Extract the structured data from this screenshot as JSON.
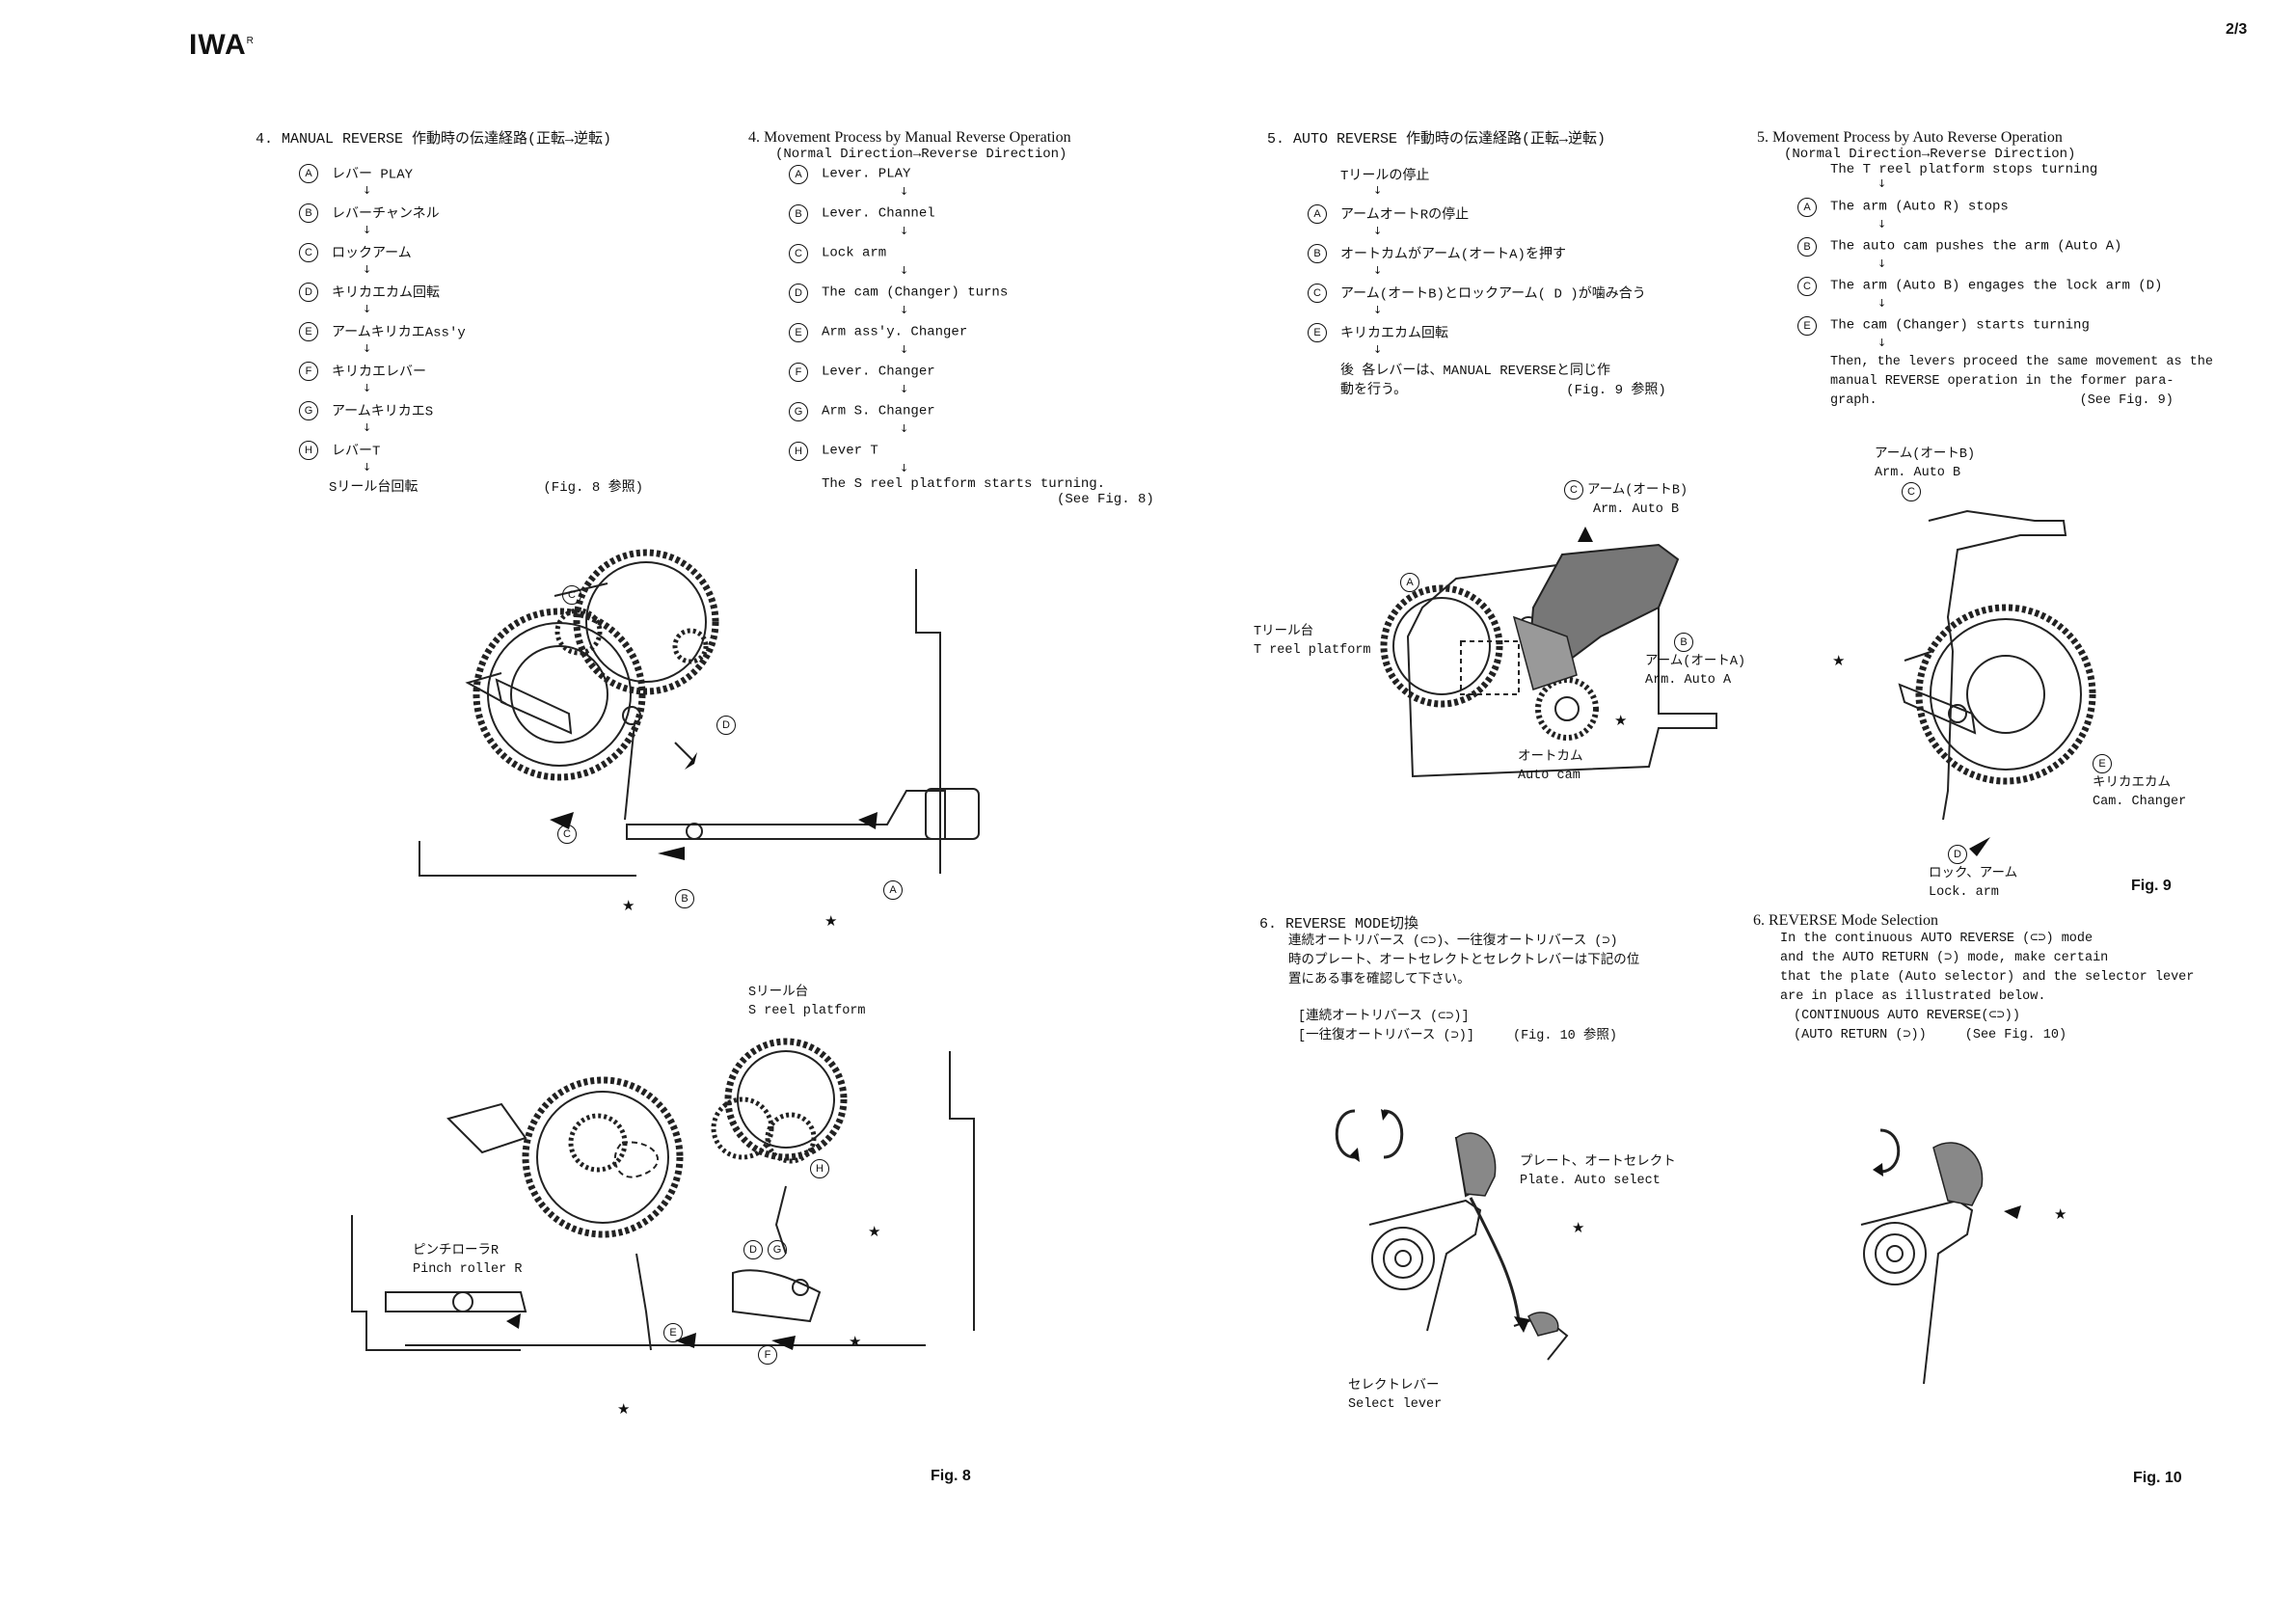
{
  "header": {
    "logo": "IWA",
    "logo_mark": "R",
    "page": "2/3"
  },
  "sec4_jp": {
    "title": "4. MANUAL REVERSE 作動時の伝達経路(正転→逆転)",
    "steps": [
      {
        "mark": "A",
        "text": "レバー PLAY"
      },
      {
        "mark": "B",
        "text": "レバーチャンネル"
      },
      {
        "mark": "C",
        "text": "ロックアーム"
      },
      {
        "mark": "D",
        "text": "キリカエカム回転"
      },
      {
        "mark": "E",
        "text": "アームキリカエAss'y"
      },
      {
        "mark": "F",
        "text": "キリカエレバー"
      },
      {
        "mark": "G",
        "text": "アームキリカエS"
      },
      {
        "mark": "H",
        "text": "レバーT"
      }
    ],
    "final": "Sリール台回転",
    "figref": "(Fig. 8 参照)"
  },
  "sec4_en": {
    "title": "4. Movement Process by Manual Reverse Operation",
    "subtitle": "(Normal Direction→Reverse Direction)",
    "steps": [
      {
        "mark": "A",
        "text": "Lever. PLAY"
      },
      {
        "mark": "B",
        "text": "Lever. Channel"
      },
      {
        "mark": "C",
        "text": "Lock arm"
      },
      {
        "mark": "D",
        "text": "The cam (Changer) turns"
      },
      {
        "mark": "E",
        "text": "Arm ass'y. Changer"
      },
      {
        "mark": "F",
        "text": "Lever. Changer"
      },
      {
        "mark": "G",
        "text": "Arm S. Changer"
      },
      {
        "mark": "H",
        "text": "Lever T"
      }
    ],
    "final": "The S reel platform starts turning.",
    "figref": "(See Fig. 8)"
  },
  "sec5_jp": {
    "title": "5. AUTO REVERSE 作動時の伝達経路(正転→逆転)",
    "first": "Tリールの停止",
    "steps": [
      {
        "mark": "A",
        "text": "アームオートRの停止"
      },
      {
        "mark": "B",
        "text": "オートカムがアーム(オートA)を押す"
      },
      {
        "mark": "C",
        "text": "アーム(オートB)とロックアーム( D )が噛み合う"
      },
      {
        "mark": "E",
        "text": "キリカエカム回転"
      }
    ],
    "tail_1": "後 各レバーは、MANUAL REVERSEと同じ作",
    "tail_2": "動を行う。",
    "figref": "(Fig. 9 参照)"
  },
  "sec5_en": {
    "title": "5. Movement Process by Auto Reverse Operation",
    "subtitle": "(Normal Direction→Reverse Direction)",
    "first": "The T reel platform stops turning",
    "steps": [
      {
        "mark": "A",
        "text": "The arm (Auto R) stops"
      },
      {
        "mark": "B",
        "text": "The auto cam pushes the arm (Auto A)"
      },
      {
        "mark": "C",
        "text": "The arm (Auto B) engages the lock arm (D)"
      },
      {
        "mark": "E",
        "text": "The cam (Changer) starts turning"
      }
    ],
    "tail_1": "Then, the levers proceed the same movement as the",
    "tail_2": "manual REVERSE operation in the former para-",
    "tail_3": "graph.",
    "figref": "(See Fig. 9)"
  },
  "sec6_jp": {
    "title": "6. REVERSE MODE切換",
    "line1": "連続オートリバース (⊂⊃)、一往復オートリバース (⊃)",
    "line2": "時のプレート、オートセレクトとセレクトレバーは下記の位",
    "line3": "置にある事を確認して下さい。",
    "item1": "[連続オートリバース (⊂⊃)]",
    "item2": "[一往復オートリバース (⊃)]",
    "figref": "(Fig. 10 参照)"
  },
  "sec6_en": {
    "title": "6. REVERSE Mode Selection",
    "line1": "In the continuous AUTO REVERSE (⊂⊃) mode",
    "line2": "and the AUTO RETURN (⊃) mode, make certain",
    "line3": "that the plate (Auto selector) and the selector lever",
    "line4": "are in place as illustrated below.",
    "item1": "(CONTINUOUS AUTO REVERSE(⊂⊃))",
    "item2": "(AUTO RETURN (⊃))",
    "figref": "(See Fig. 10)"
  },
  "fig8": {
    "caption": "Fig. 8",
    "s_reel_jp": "Sリール台",
    "s_reel_en": "S reel platform",
    "pinch_jp": "ピンチローラR",
    "pinch_en": "Pinch roller R"
  },
  "fig9": {
    "caption": "Fig. 9",
    "t_reel_jp": "Tリール台",
    "t_reel_en": "T reel platform",
    "armB_jp": "アーム(オートB)",
    "armB_en": "Arm. Auto B",
    "armA_jp": "アーム(オートA)",
    "armA_en": "Arm. Auto A",
    "autocam_jp": "オートカム",
    "autocam_en": "Auto cam",
    "armB2_jp": "アーム(オートB)",
    "armB2_en": "Arm. Auto B",
    "cam_jp": "キリカエカム",
    "cam_en": "Cam. Changer",
    "lock_jp": "ロック、アーム",
    "lock_en": "Lock. arm"
  },
  "fig10": {
    "caption": "Fig. 10",
    "plate_jp": "プレート、オートセレクト",
    "plate_en": "Plate. Auto select",
    "select_jp": "セレクトレバー",
    "select_en": "Select lever"
  },
  "marks": {
    "A": "A",
    "B": "B",
    "C": "C",
    "D": "D",
    "E": "E",
    "F": "F",
    "G": "G",
    "H": "H",
    "star": "★"
  }
}
